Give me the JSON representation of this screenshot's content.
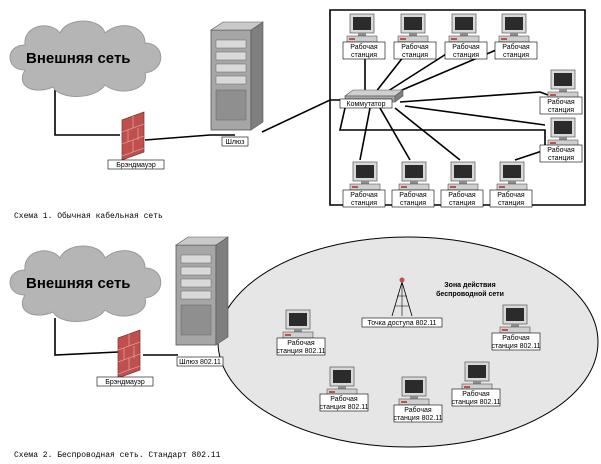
{
  "scheme1": {
    "cloud_label": "Внешняя сеть",
    "firewall_label": "Брэндмауэр",
    "gateway_label": "Шлюз",
    "switch_label": "Коммутатор",
    "workstation_line1": "Рабочая",
    "workstation_line2": "станция",
    "caption": "Схема 1. Обычная кабельная сеть"
  },
  "scheme2": {
    "cloud_label": "Внешняя сеть",
    "firewall_label": "Брэндмауэр",
    "gateway_label": "Шлюз 802.11",
    "zone_line1": "Зона действия",
    "zone_line2": "беспроводной сети",
    "access_point_label": "Точка доступа 802.11",
    "workstation_line1": "Рабочая",
    "workstation_line2": "станция 802.11",
    "caption": "Схема 2. Беспроводная сеть. Стандарт 802.11"
  },
  "colors": {
    "cloud": "#b5b5b5",
    "firewall": "#c0504d",
    "server": "#a6a6a6",
    "monitor_screen": "#2b2b2b",
    "wireless_zone": "#e6e6e6"
  }
}
